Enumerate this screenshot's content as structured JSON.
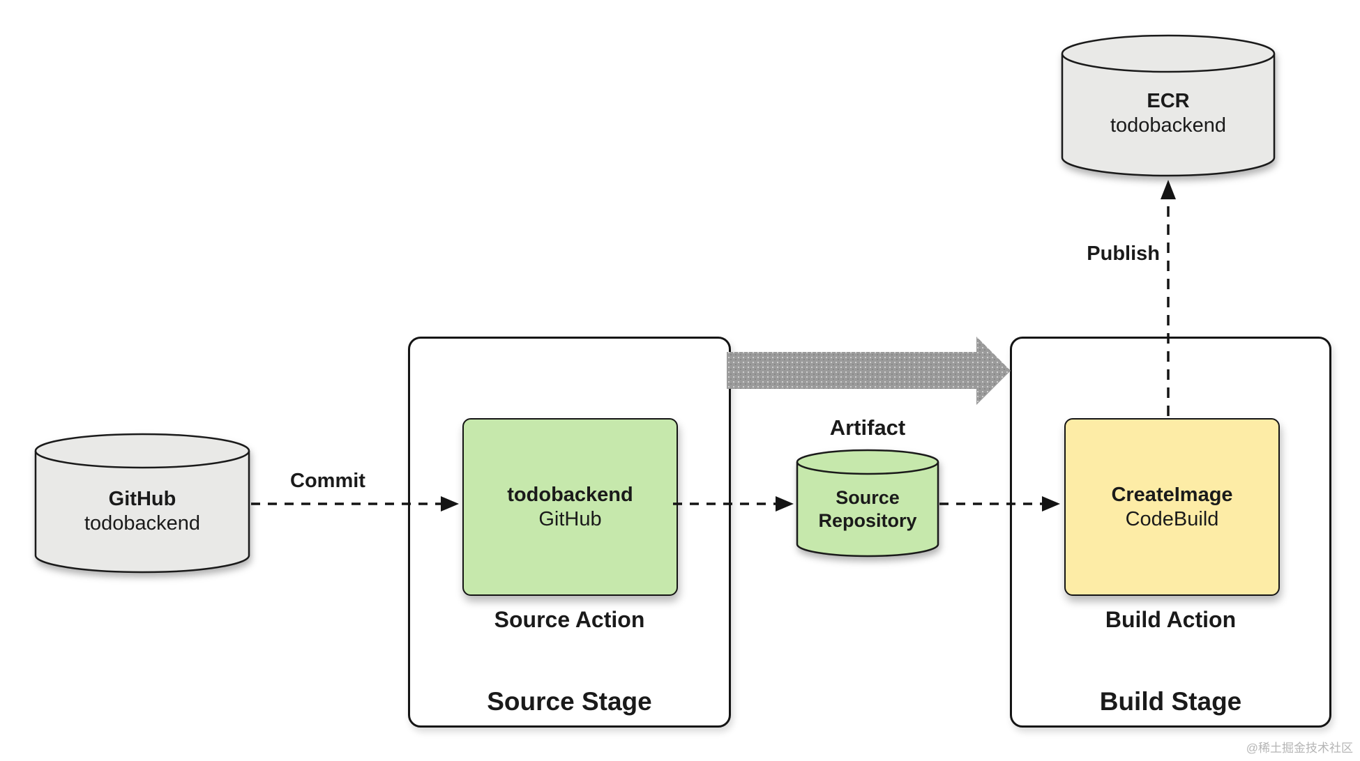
{
  "nodes": {
    "github": {
      "title": "GitHub",
      "subtitle": "todobackend"
    },
    "source_action": {
      "title": "todobackend",
      "subtitle": "GitHub"
    },
    "artifact_repo": {
      "line1": "Source",
      "line2": "Repository"
    },
    "build_action": {
      "title": "CreateImage",
      "subtitle": "CodeBuild"
    },
    "ecr": {
      "title": "ECR",
      "subtitle": "todobackend"
    }
  },
  "labels": {
    "commit": "Commit",
    "publish": "Publish",
    "artifact": "Artifact",
    "source_action": "Source Action",
    "source_stage": "Source Stage",
    "build_action": "Build Action",
    "build_stage": "Build Stage"
  },
  "watermark": "@稀土掘金技术社区",
  "colors": {
    "action_green": "#c6e8ac",
    "action_yellow": "#fdeca6",
    "cylinder_gray": "#e9e9e7",
    "arrow_gray": "#9b9b9b",
    "stroke": "#1a1a1a",
    "watermark_gray": "#b5b5b5"
  }
}
